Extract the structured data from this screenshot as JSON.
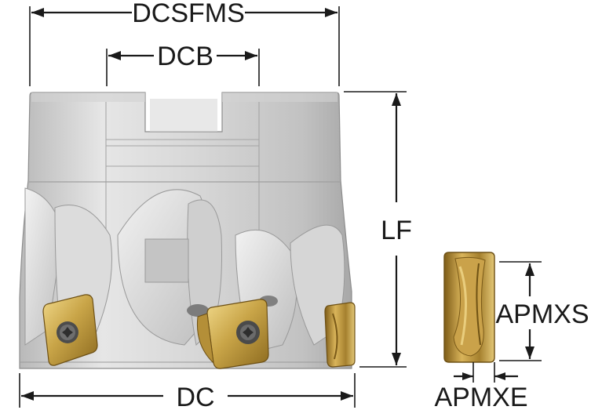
{
  "dimensions": {
    "dcsfms": "DCSFMS",
    "dcb": "DCB",
    "lf": "LF",
    "dc": "DC",
    "apmxs": "APMXS",
    "apmxe": "APMXE"
  },
  "colors": {
    "body_light": "#e4e4e4",
    "body_mid": "#c8c8c8",
    "body_dark": "#9a9a9a",
    "insert_gold": "#c9a548",
    "insert_gold_dark": "#8c6a1f",
    "screw": "#5a5a5a",
    "line": "#1a1a1a"
  },
  "icons": {
    "cutter_body": "face-mill-cutter-body-icon",
    "insert": "indexable-insert-icon",
    "screw": "torx-screw-icon"
  }
}
